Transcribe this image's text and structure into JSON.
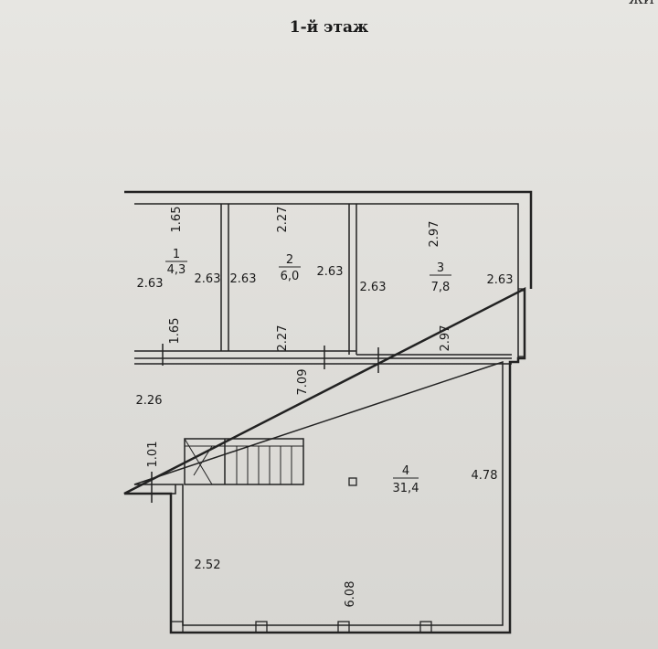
{
  "title": "1-й этаж",
  "corner_text": "ЖИ",
  "rooms": [
    {
      "number": "1",
      "area": "4,3"
    },
    {
      "number": "2",
      "area": "6,0"
    },
    {
      "number": "3",
      "area": "7,8"
    },
    {
      "number": "4",
      "area": "31,4"
    }
  ],
  "dimensions": {
    "room1_top": "1.65",
    "room1_left": "2.63",
    "room1_right": "2.63",
    "room1_bottom": "1.65",
    "room2_top": "2.27",
    "room2_left": "2.63",
    "room2_right": "2.63",
    "room2_bottom": "2.27",
    "room3_top": "2.97",
    "room3_left": "2.63",
    "room3_right": "2.63",
    "room3_bottom": "2.97",
    "hall_width": "7.09",
    "hall_left": "2.26",
    "hall_step": "1.01",
    "hall_right": "4.78",
    "hall_lower_left": "2.52",
    "hall_bottom": "6.08"
  }
}
